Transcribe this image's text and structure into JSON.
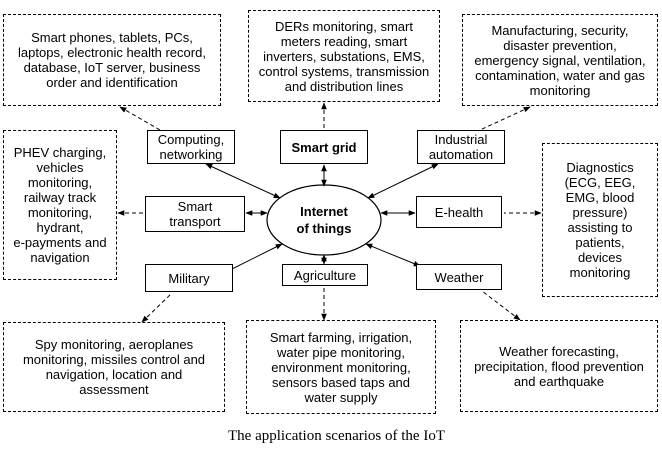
{
  "hub": {
    "label": "Internet\nof things"
  },
  "categories": {
    "computing": "Computing,\nnetworking",
    "smart_grid": "Smart grid",
    "industrial": "Industrial\nautomation",
    "smart_transport": "Smart\ntransport",
    "ehealth": "E-health",
    "military": "Military",
    "agriculture": "Agriculture",
    "weather": "Weather"
  },
  "details": {
    "computing": "Smart phones, tablets, PCs,\nlaptops,  electronic health record,\ndatabase, IoT server, business\norder and identification",
    "smart_grid": "DERs monitoring, smart\nmeters reading, smart\ninverters, substations, EMS,\ncontrol systems, transmission\nand distribution lines",
    "industrial": "Manufacturing, security,\ndisaster prevention,\nemergency signal, ventilation,\ncontamination, water and gas\nmonitoring",
    "smart_transport": "PHEV charging,\nvehicles\nmonitoring,\nrailway track\nmonitoring,\nhydrant,\ne-payments and\nnavigation",
    "ehealth": "Diagnostics\n(ECG, EEG,\nEMG,  blood\npressure)\nassisting to\npatients,\ndevices\nmonitoring",
    "military": "Spy monitoring, aeroplanes\nmonitoring, missiles control and\nnavigation, location and\nassessment",
    "agriculture": "Smart farming, irrigation,\nwater pipe monitoring,\nenvironment monitoring,\nsensors based taps and\nwater supply",
    "weather": "Weather forecasting,\nprecipitation, flood prevention\nand  earthquake"
  },
  "caption": "The application scenarios of the IoT"
}
